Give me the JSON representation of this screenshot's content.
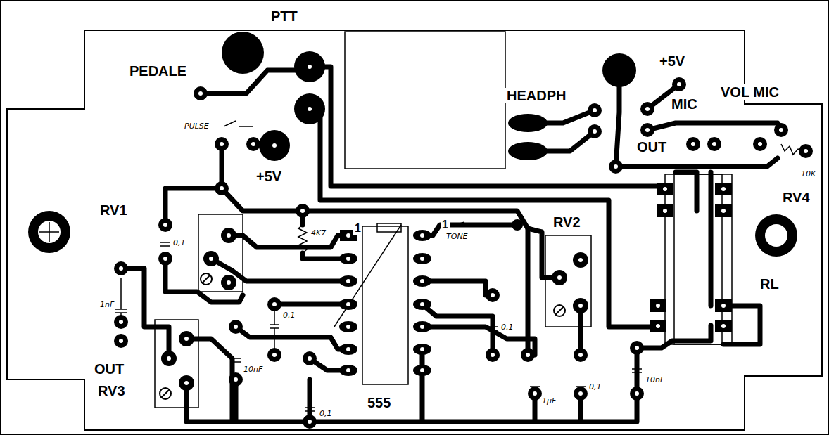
{
  "diagram": {
    "labels": [
      "PTT",
      "PEDALE",
      "+5V",
      "HEADPH",
      "+5V",
      "MIC",
      "VOL MIC",
      "PULSE",
      "OUT",
      "10K",
      "RV4",
      "RV1",
      "4K7",
      "1",
      "1",
      "TONE",
      "RV2",
      "0,1",
      "1nF",
      "0,1",
      "RL",
      "0,1",
      "OUT",
      "RV3",
      "10nF",
      "0,1",
      "555",
      "1µF",
      "0,1",
      "10nF"
    ]
  }
}
